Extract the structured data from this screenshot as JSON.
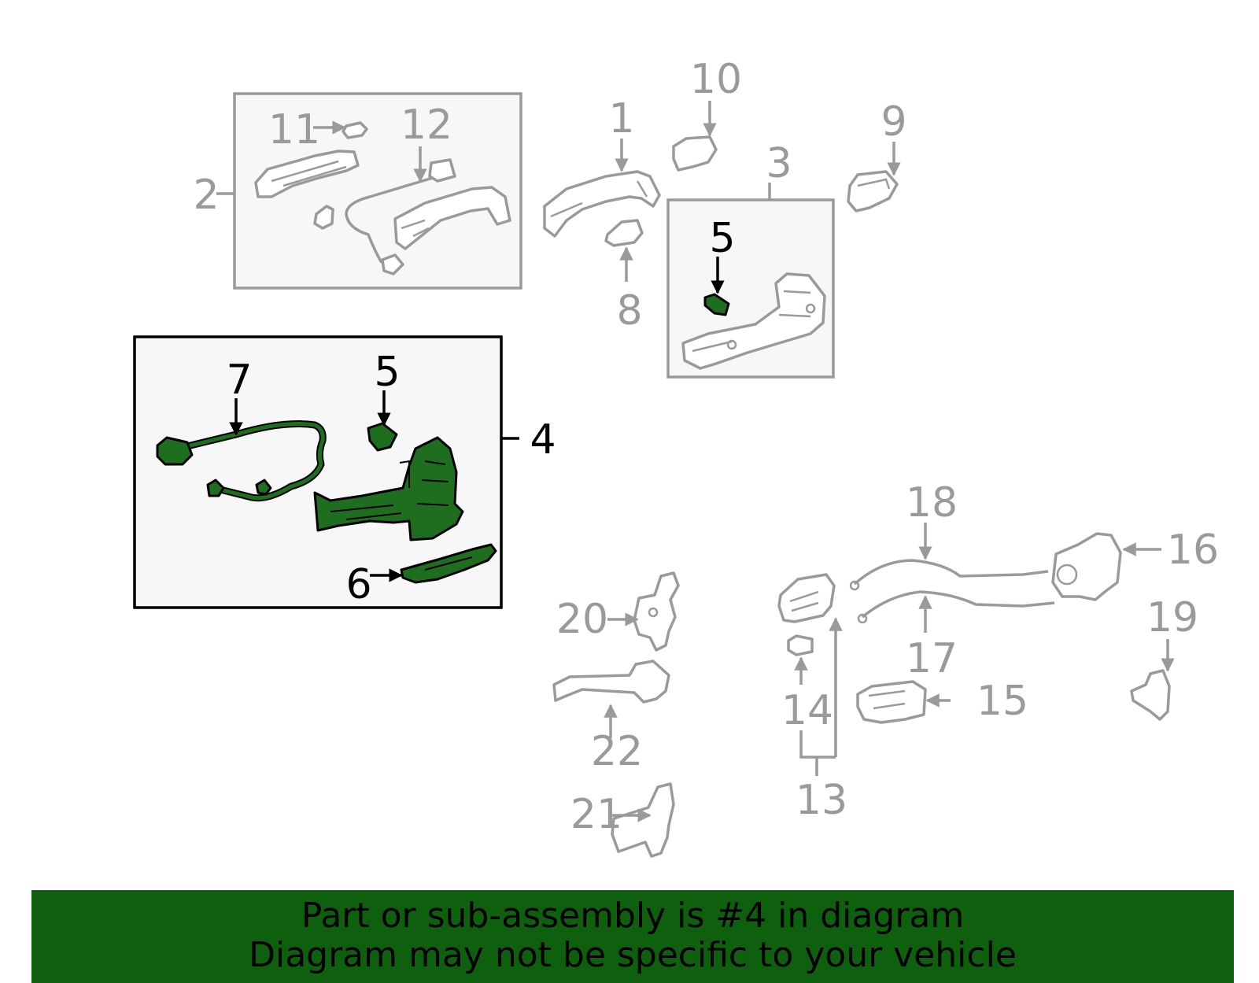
{
  "callouts": {
    "c1": "1",
    "c2": "2",
    "c3": "3",
    "c4": "4",
    "c5a": "5",
    "c5b": "5",
    "c6": "6",
    "c7": "7",
    "c8": "8",
    "c9": "9",
    "c10": "10",
    "c11": "11",
    "c12": "12",
    "c13": "13",
    "c14": "14",
    "c15": "15",
    "c16": "16",
    "c17": "17",
    "c18": "18",
    "c19": "19",
    "c20": "20",
    "c21": "21",
    "c22": "22"
  },
  "banner": {
    "line1": "Part or sub-assembly is #4 in diagram",
    "line2": "Diagram may not be specific to your vehicle"
  },
  "colors": {
    "highlight": "#1f6e1f",
    "banner_bg": "#0e5f0e",
    "muted_part": "#9a9a9a",
    "box_fill": "#f7f7f7"
  }
}
